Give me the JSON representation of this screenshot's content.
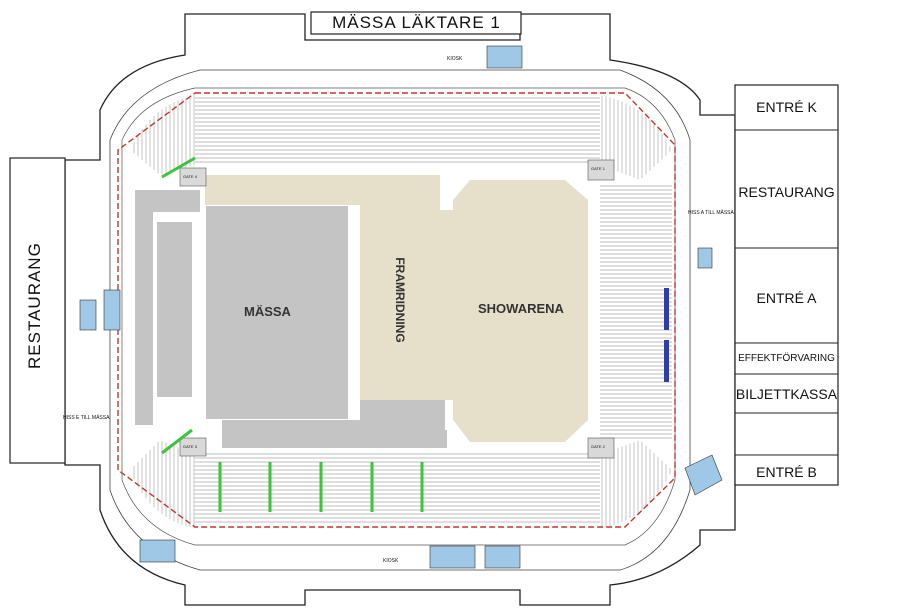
{
  "map": {
    "title": "MÄSSA LÄKTARE 1",
    "areas": {
      "massa": "MÄSSA",
      "framridning": "FRAMRIDNING",
      "showarena": "SHOWARENA"
    },
    "outside": {
      "restaurang_left": "RESTAURANG",
      "entre_k": "ENTRÉ K",
      "restaurang_right": "RESTAURANG",
      "entre_a": "ENTRÉ A",
      "effektforvaring": "EFFEKTFÖRVARING",
      "biljettkassa": "BILJETTKASSA",
      "entre_b": "ENTRÉ B"
    },
    "small_labels": {
      "kiosk": "KIOSK",
      "hiss_left": "HISS E TILL MÄSSA",
      "hiss_right": "HISS A TILL MÄSSA",
      "gate1": "GATE 1",
      "gate2": "GATE 2",
      "gate3": "GATE 3",
      "gate4": "GATE 4"
    },
    "colors": {
      "floor_beige": "#e6e0cb",
      "massa_gray": "#c4c4c4",
      "stand_line": "#b8b8b8",
      "fence_red": "#c0392b",
      "accent_blue": "#9fc8e6",
      "green_marker": "#3cc43c"
    }
  }
}
